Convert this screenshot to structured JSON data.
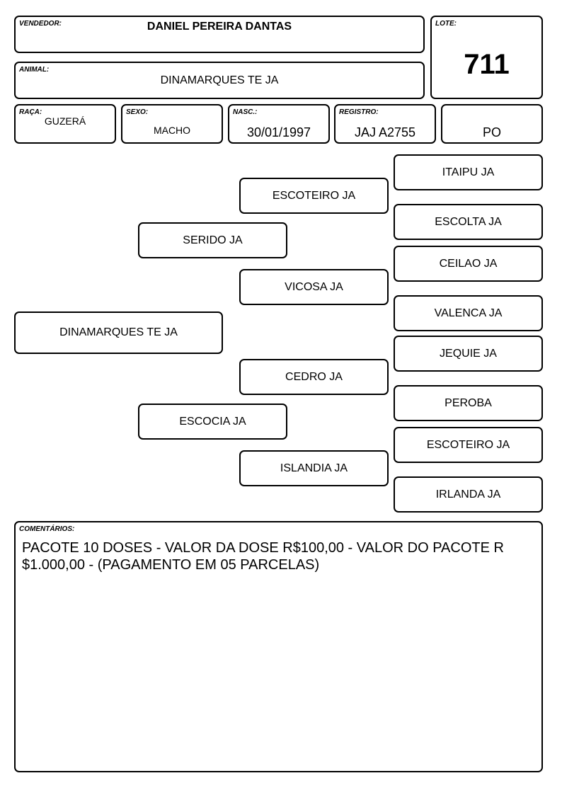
{
  "header": {
    "vendedor_label": "VENDEDOR:",
    "vendedor_value": "DANIEL PEREIRA DANTAS",
    "lote_label": "LOTE:",
    "lote_value": "711",
    "animal_label": "ANIMAL:",
    "animal_value": "DINAMARQUES TE JA"
  },
  "info": {
    "raca_label": "RAÇA:",
    "raca_value": "GUZERÁ",
    "sexo_label": "SEXO:",
    "sexo_value": "MACHO",
    "nasc_label": "NASC.:",
    "nasc_value": "30/01/1997",
    "registro_label": "REGISTRO:",
    "registro_value": "JAJ A2755",
    "categoria_value": "PO"
  },
  "pedigree": {
    "animal": "DINAMARQUES TE JA",
    "sire": "SERIDO JA",
    "dam": "ESCOCIA JA",
    "sire_sire": "ESCOTEIRO JA",
    "sire_dam": "VICOSA JA",
    "dam_sire": "CEDRO JA",
    "dam_dam": "ISLANDIA JA",
    "ggp": [
      "ITAIPU JA",
      "ESCOLTA JA",
      "CEILAO JA",
      "VALENCA JA",
      "JEQUIE JA",
      "PEROBA",
      "ESCOTEIRO JA",
      "IRLANDA JA"
    ]
  },
  "comments": {
    "label": "COMENTÁRIOS:",
    "text": "PACOTE 10 DOSES - VALOR DA DOSE R$100,00 - VALOR DO PACOTE R $1.000,00 - (PAGAMENTO EM 05 PARCELAS)"
  }
}
